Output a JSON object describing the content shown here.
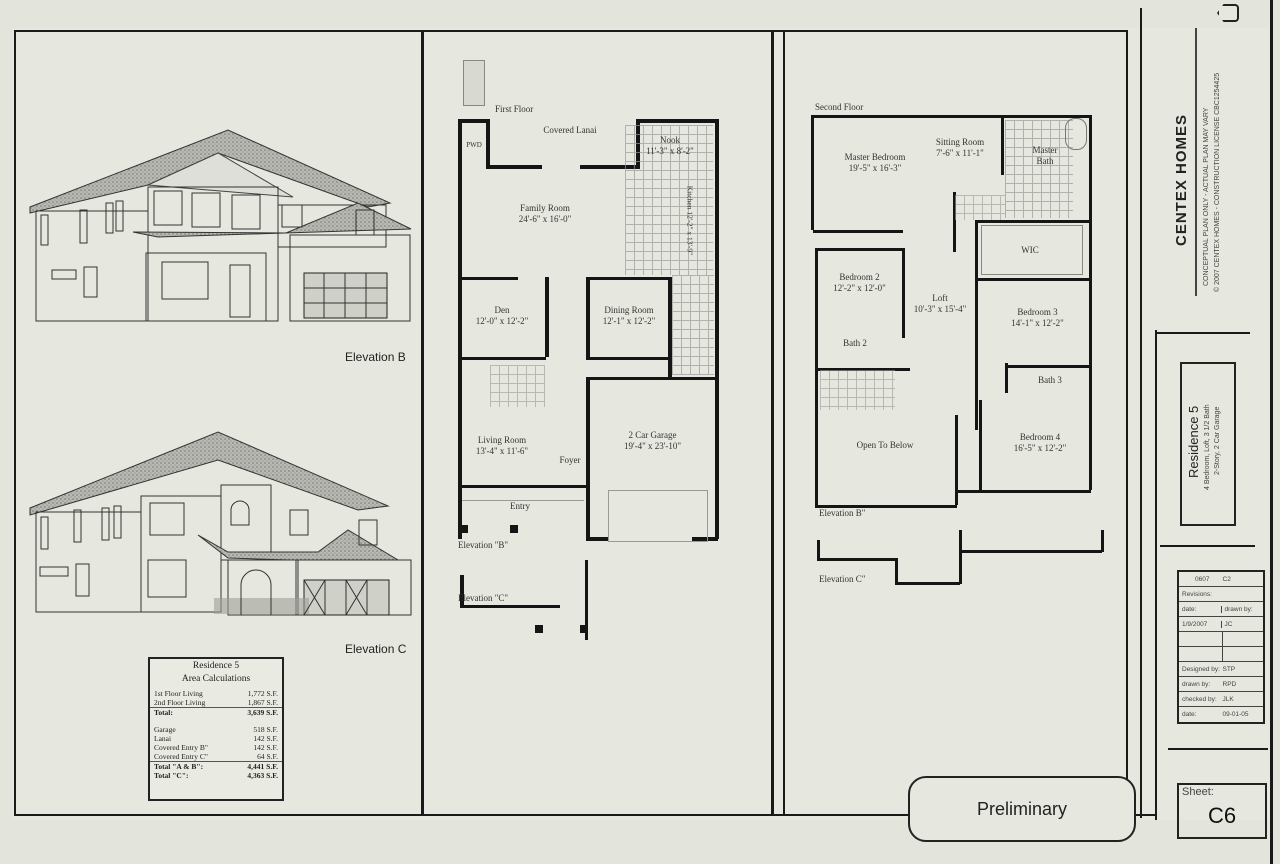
{
  "brand": {
    "company": "CENTEX HOMES",
    "disclaimer_line1": "CONCEPTUAL PLAN ONLY - ACTUAL PLAN MAY VARY",
    "disclaimer_line2": "© 2007 CENTEX HOMES - CONSTRUCTION LICENSE CBC1254425",
    "logo_icon": "house-logo-icon"
  },
  "residence": {
    "title": "Residence 5",
    "subtitle_line1": "4 Bedroom, Loft, 3 1/2 Bath",
    "subtitle_line2": "2-Story, 2 Car Garage"
  },
  "elevations": [
    {
      "label": "Elevation B"
    },
    {
      "label": "Elevation C"
    }
  ],
  "area_calculations": {
    "title": "Residence 5",
    "subtitle": "Area Calculations",
    "living": [
      {
        "label": "1st Floor Living",
        "value": "1,772 S.F."
      },
      {
        "label": "2nd Floor Living",
        "value": "1,867 S.F."
      }
    ],
    "living_total": {
      "label": "Total:",
      "value": "3,639 S.F."
    },
    "other": [
      {
        "label": "Garage",
        "value": "518 S.F."
      },
      {
        "label": "Lanai",
        "value": "142 S.F."
      },
      {
        "label": "Covered Entry B\"",
        "value": "142 S.F."
      },
      {
        "label": "Covered Entry C\"",
        "value": "64 S.F."
      }
    ],
    "totals": [
      {
        "label": "Total \"A & B\":",
        "value": "4,441 S.F."
      },
      {
        "label": "Total \"C\":",
        "value": "4,363 S.F."
      }
    ]
  },
  "first_floor": {
    "label": "First Floor",
    "rooms": [
      {
        "name": "PWD",
        "dims": ""
      },
      {
        "name": "Covered Lanai",
        "dims": ""
      },
      {
        "name": "Nook",
        "dims": "11'-3\" x 8'-2\""
      },
      {
        "name": "Kitchen",
        "dims": "12'-2\" x 13'-9\""
      },
      {
        "name": "Family Room",
        "dims": "24'-6\" x 16'-0\""
      },
      {
        "name": "Den",
        "dims": "12'-0\" x 12'-2\""
      },
      {
        "name": "Dining Room",
        "dims": "12'-1\" x 12'-2\""
      },
      {
        "name": "Living Room",
        "dims": "13'-4\" x 11'-6\""
      },
      {
        "name": "Foyer",
        "dims": ""
      },
      {
        "name": "2 Car Garage",
        "dims": "19'-4\" x 23'-10\""
      },
      {
        "name": "Entry",
        "dims": ""
      }
    ],
    "elevation_b_label": "Elevation \"B\"",
    "elevation_c_label": "Elevation \"C\""
  },
  "second_floor": {
    "label": "Second Floor",
    "rooms": [
      {
        "name": "Master Bedroom",
        "dims": "19'-5\" x 16'-3\""
      },
      {
        "name": "Sitting Room",
        "dims": "7'-6\" x 11'-1\""
      },
      {
        "name": "Master Bath",
        "dims": ""
      },
      {
        "name": "WIC",
        "dims": ""
      },
      {
        "name": "Bedroom 2",
        "dims": "12'-2\" x 12'-0\""
      },
      {
        "name": "Loft",
        "dims": "10'-3\" x 15'-4\""
      },
      {
        "name": "Bedroom 3",
        "dims": "14'-1\" x 12'-2\""
      },
      {
        "name": "Bath 2",
        "dims": ""
      },
      {
        "name": "Bath 3",
        "dims": ""
      },
      {
        "name": "Open To Below",
        "dims": ""
      },
      {
        "name": "Bedroom 4",
        "dims": "16'-5\" x 12'-2\""
      }
    ],
    "elevation_b_label": "Elevation B\"",
    "elevation_c_label": "Elevation C\""
  },
  "status_stamp": "Preliminary",
  "revisions_table": {
    "code_left": "0607",
    "code_right": "C2",
    "revisions_label": "Revisions:",
    "col_date": "date:",
    "col_drawn": "drawn by:",
    "entries": [
      {
        "date": "1/9/2007",
        "drawn_by": "JC"
      },
      {
        "date": "",
        "drawn_by": ""
      },
      {
        "date": "",
        "drawn_by": ""
      }
    ],
    "designed_by_label": "Designed by:",
    "designed_by": "STP",
    "drawn_by_label": "drawn by:",
    "drawn_by": "RPD",
    "checked_by_label": "checked by:",
    "checked_by": "JLK",
    "date_label": "date:",
    "date": "09-01-05"
  },
  "sheet": {
    "label": "Sheet:",
    "number": "C6"
  }
}
